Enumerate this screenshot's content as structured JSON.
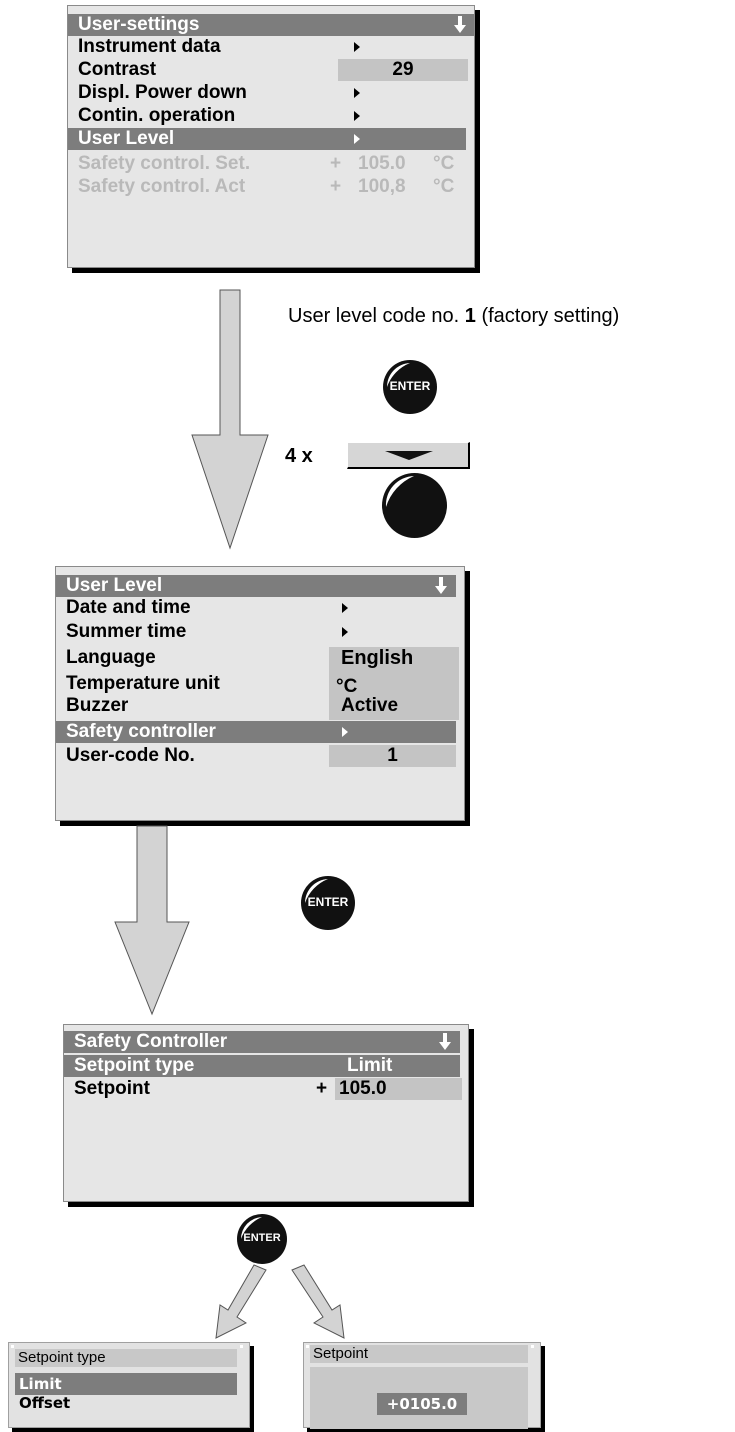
{
  "screen1": {
    "title": "User-settings",
    "rows": [
      {
        "label": "Instrument data"
      },
      {
        "label": "Contrast",
        "value": "29"
      },
      {
        "label": "Displ. Power down"
      },
      {
        "label": "Contin. operation"
      },
      {
        "label": "User Level"
      },
      {
        "label": "Safety control. Set.",
        "sign": "+",
        "value": "105.0",
        "unit": "°C"
      },
      {
        "label": "Safety control. Act",
        "sign": "+",
        "value": "100,8",
        "unit": "°C"
      }
    ]
  },
  "note": {
    "text_before": "User level code no. ",
    "code": "1",
    "text_after": " (factory setting)"
  },
  "enter_label": "ENTER",
  "repeat_label": "4 x",
  "screen2": {
    "title": "User Level",
    "rows": [
      {
        "label": "Date and time"
      },
      {
        "label": "Summer time"
      },
      {
        "label": "Language",
        "value": "English"
      },
      {
        "label": "Temperature unit",
        "value": "°C"
      },
      {
        "label": "Buzzer",
        "value": "Active"
      },
      {
        "label": "Safety controller"
      },
      {
        "label": "User-code No.",
        "value": "1"
      }
    ]
  },
  "screen3": {
    "title": "Safety Controller",
    "rows": [
      {
        "label": "Setpoint type",
        "value": "Limit"
      },
      {
        "label": "Setpoint",
        "sign": "+",
        "value": "105.0"
      }
    ]
  },
  "mini1": {
    "title": "Setpoint type",
    "options": [
      "Limit",
      "Offset"
    ]
  },
  "mini2": {
    "title": "Setpoint",
    "value": "+0105.0"
  }
}
